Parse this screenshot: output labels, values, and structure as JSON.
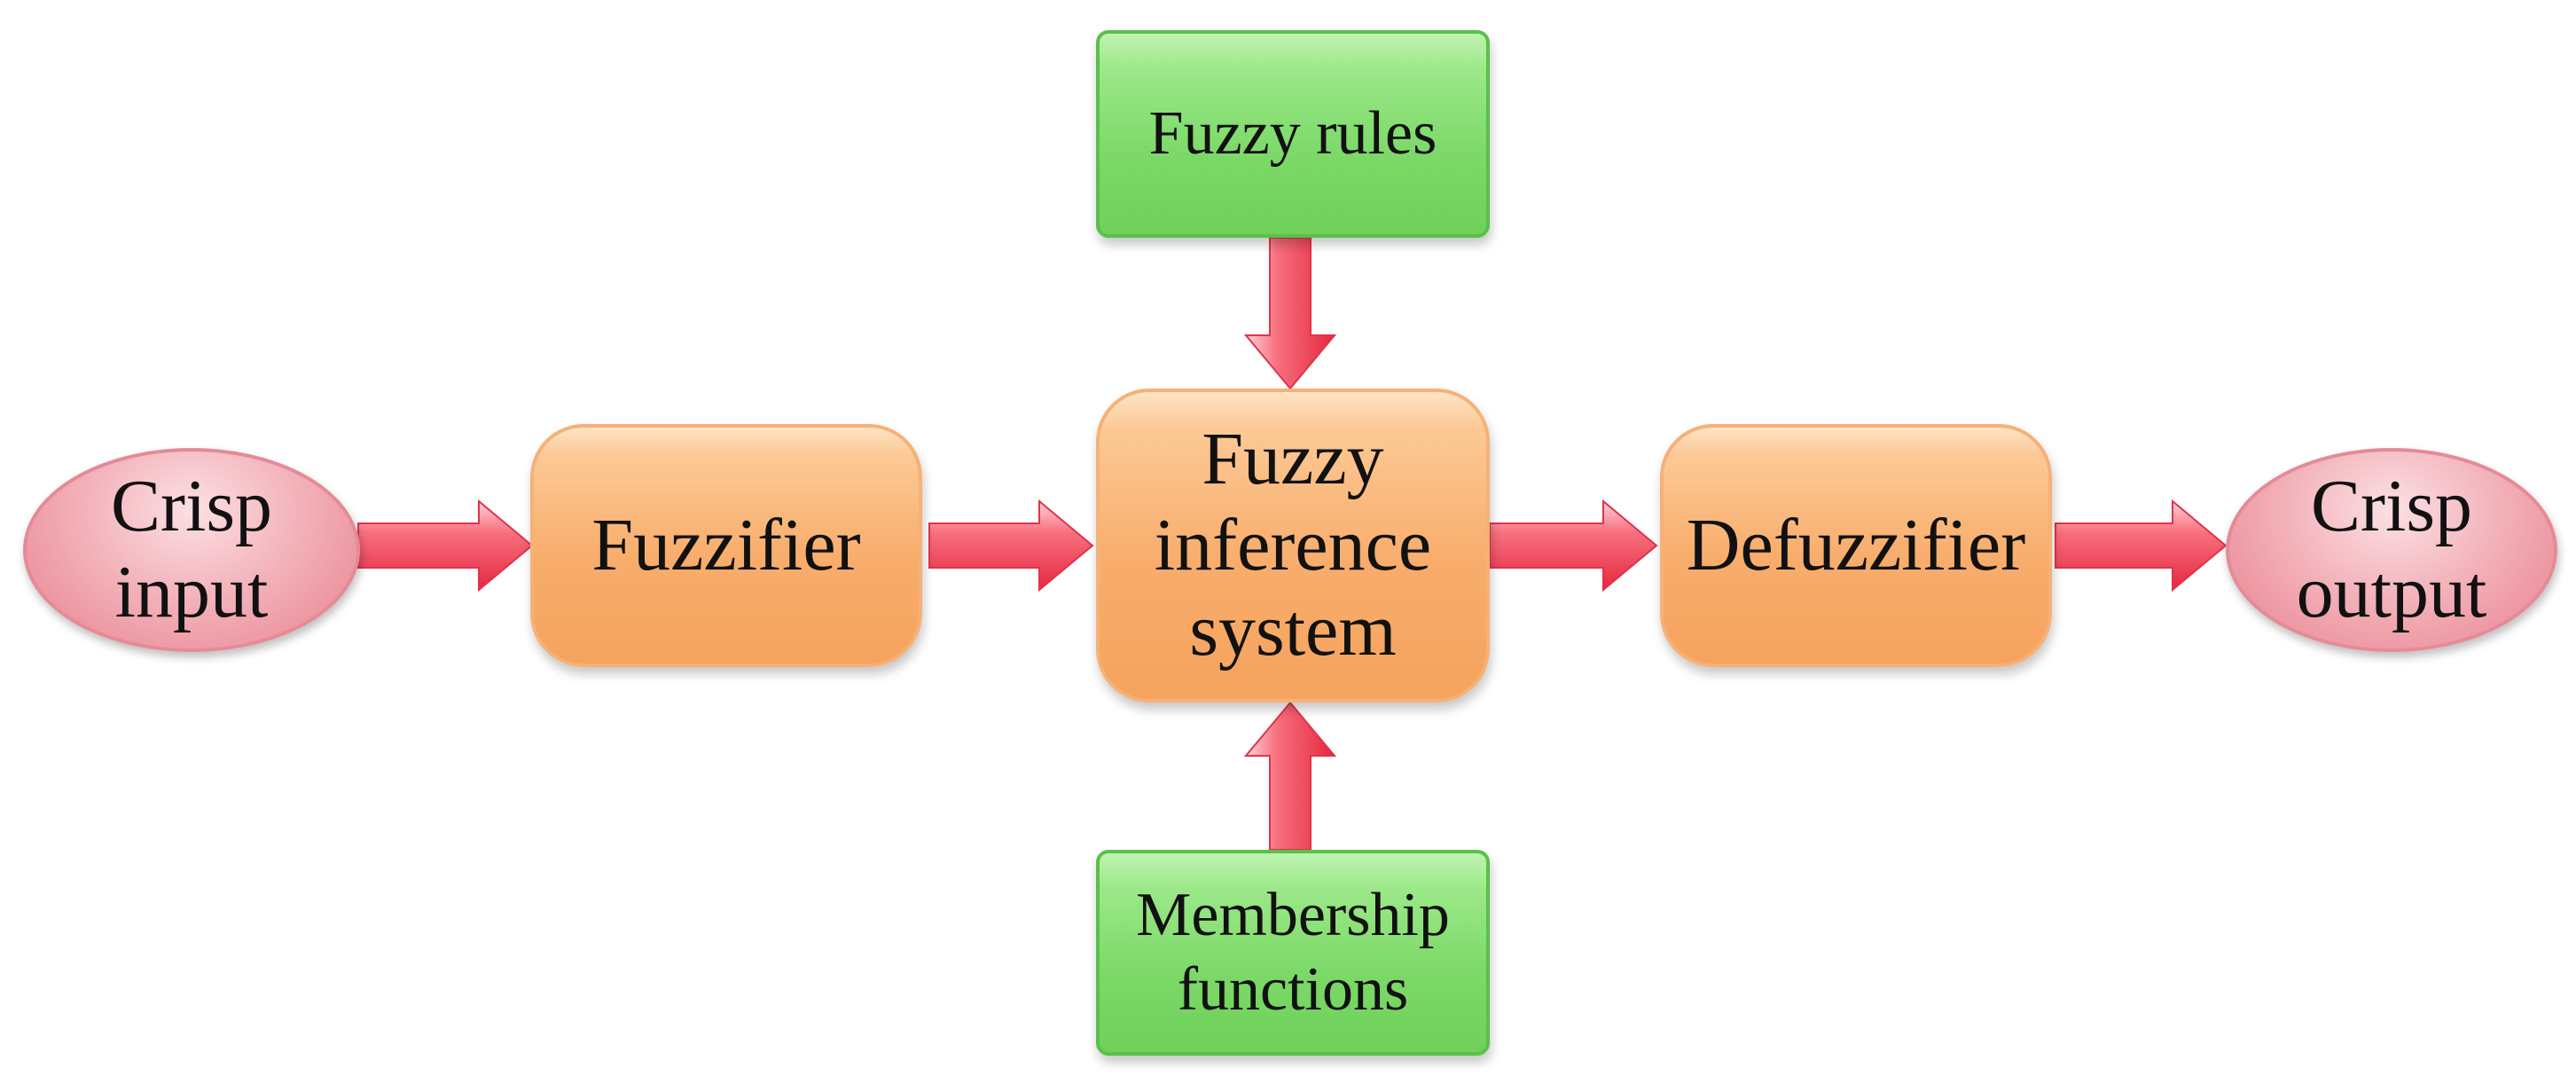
{
  "diagram": {
    "nodes": {
      "crisp_input": "Crisp\ninput",
      "fuzzifier": "Fuzzifier",
      "inference": "Fuzzy\ninference\nsystem",
      "defuzzifier": "Defuzzifier",
      "crisp_output": "Crisp\noutput",
      "fuzzy_rules": "Fuzzy rules",
      "membership": "Membership\nfunctions"
    },
    "colors": {
      "arrow": "#ef3b52",
      "ellipse": "#f3b3bb",
      "process_box": "#f8ad6c",
      "knowledge_box": "#7cd968"
    }
  }
}
